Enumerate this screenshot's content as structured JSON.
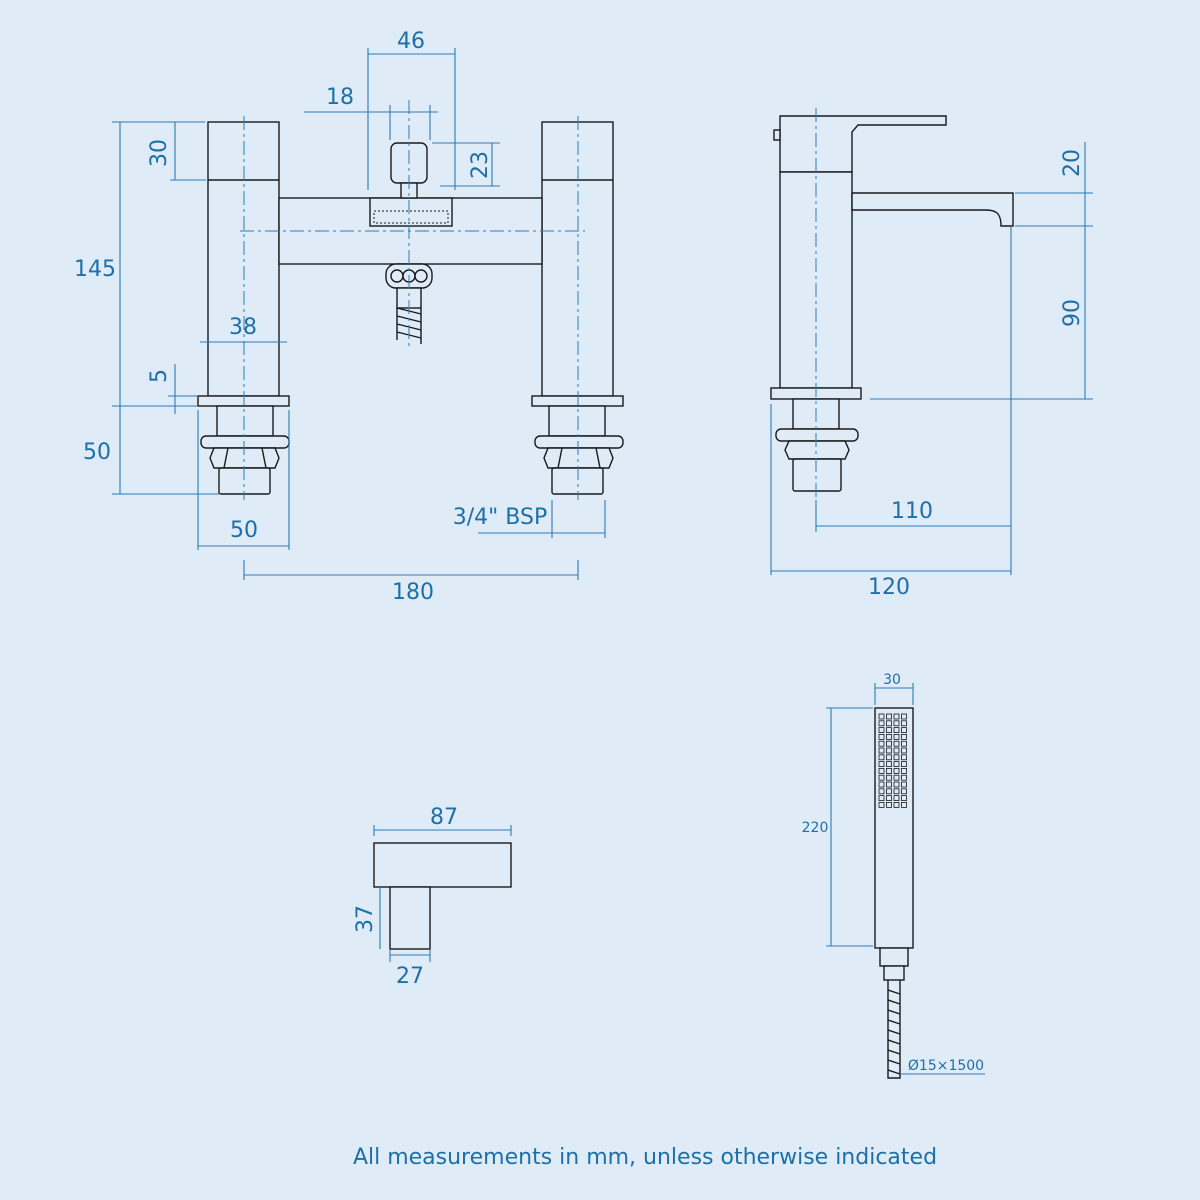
{
  "drawings": {
    "bath_filler_front": {
      "dims": {
        "overall_height": "145",
        "handle_top": "30",
        "spout_offset": "18",
        "diverter_width": "46",
        "diverter_height": "23",
        "body_width": "38",
        "flange_height": "5",
        "tail_height": "50",
        "tail_width": "50",
        "thread": "3/4\" BSP",
        "centres": "180"
      }
    },
    "basin_mixer_side": {
      "dims": {
        "spout_height": "20",
        "spout_clearance": "90",
        "spout_reach": "110",
        "overall_depth": "120"
      }
    },
    "lever_handle": {
      "dims": {
        "length": "87",
        "height": "37",
        "width": "27"
      }
    },
    "shower_handset": {
      "dims": {
        "width": "30",
        "length": "220",
        "hose": "Ø15×1500"
      }
    }
  },
  "footer": {
    "note": "All measurements in mm, unless otherwise indicated"
  }
}
